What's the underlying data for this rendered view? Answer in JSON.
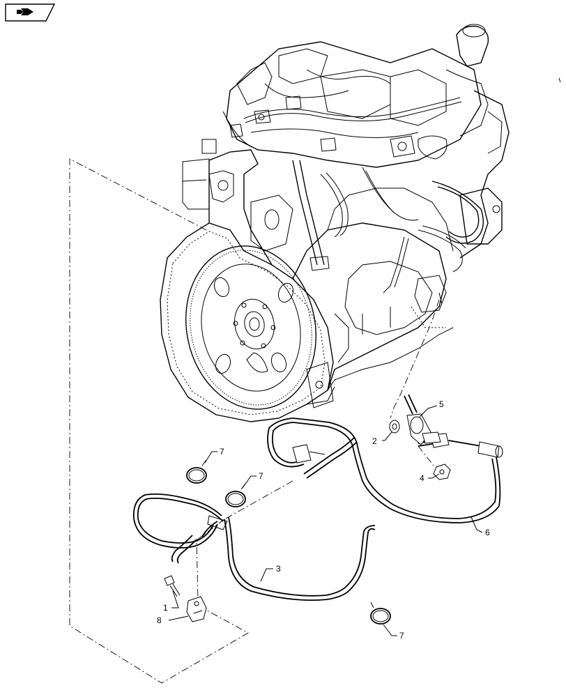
{
  "callouts": [
    {
      "id": "c1",
      "label": "1"
    },
    {
      "id": "c2",
      "label": "2"
    },
    {
      "id": "c3",
      "label": "3"
    },
    {
      "id": "c4",
      "label": "4"
    },
    {
      "id": "c5",
      "label": "5"
    },
    {
      "id": "c6",
      "label": "6"
    },
    {
      "id": "c7a",
      "label": "7"
    },
    {
      "id": "c7b",
      "label": "7"
    },
    {
      "id": "c7c",
      "label": "7"
    },
    {
      "id": "c8",
      "label": "8"
    }
  ]
}
